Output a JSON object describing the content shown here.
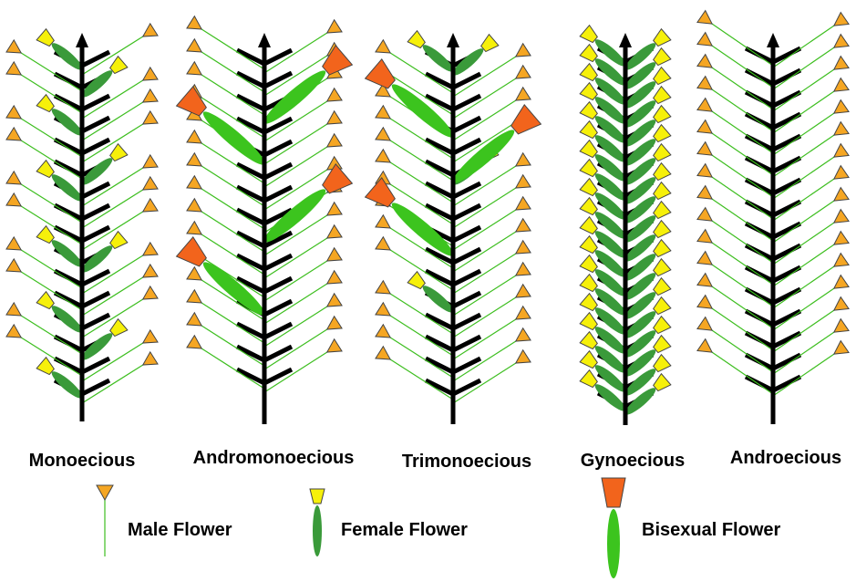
{
  "diagram": {
    "plants": [
      {
        "label": "Monoecious",
        "pattern": "monoecious"
      },
      {
        "label": "Andromonoecious",
        "pattern": "andromonoecious"
      },
      {
        "label": "Trimonoecious",
        "pattern": "trimonoecious"
      },
      {
        "label": "Gynoecious",
        "pattern": "gynoecious"
      },
      {
        "label": "Androecious",
        "pattern": "androecious"
      }
    ],
    "legend": [
      {
        "label": "Male Flower",
        "flower": "male"
      },
      {
        "label": "Female Flower",
        "flower": "female"
      },
      {
        "label": "Bisexual Flower",
        "flower": "bisexual"
      }
    ],
    "colors": {
      "stem": "#000000",
      "male_petal": "#F5A623",
      "male_pedicel": "#3DBE1F",
      "female_petal": "#F6F00A",
      "female_ovary": "#3A9A3A",
      "bisexual_petal": "#F2641C",
      "bisexual_ovary": "#3CC41E",
      "outline": "#444444"
    }
  }
}
